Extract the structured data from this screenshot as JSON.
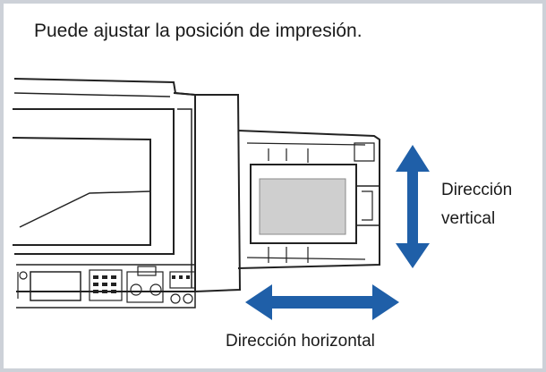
{
  "caption": "Puede ajustar la posición de impresión.",
  "labels": {
    "vertical_line1": "Dirección",
    "vertical_line2": "vertical",
    "horizontal": "Dirección horizontal"
  },
  "colors": {
    "arrow": "#1f5fa8",
    "frame_border": "#cdd1d8",
    "paper": "#cfcfcf"
  },
  "icons": {
    "vertical_arrow": "double-arrow-vertical-icon",
    "horizontal_arrow": "double-arrow-horizontal-icon",
    "printer": "printer-illustration"
  }
}
